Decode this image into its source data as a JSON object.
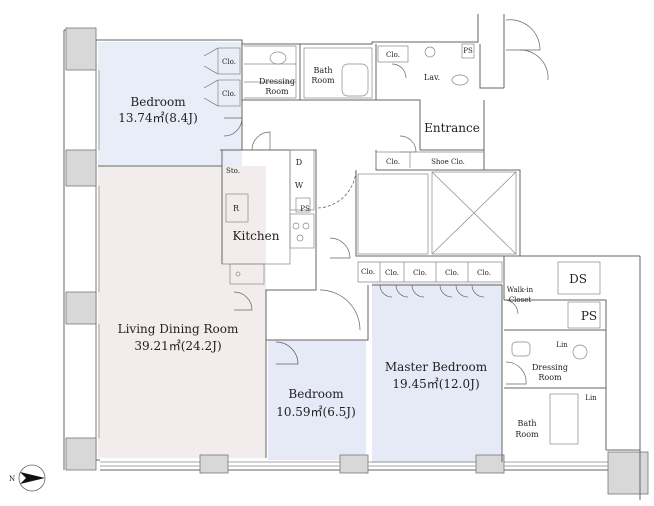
{
  "rooms": {
    "bedroom1_name": "Bedroom",
    "bedroom1_area": "13.74㎡(8.4J)",
    "living_name": "Living Dining Room",
    "living_area": "39.21㎡(24.2J)",
    "bedroom2_name": "Bedroom",
    "bedroom2_area": "10.59㎡(6.5J)",
    "master_name": "Master Bedroom",
    "master_area": "19.45㎡(12.0J)",
    "kitchen": "Kitchen",
    "entrance": "Entrance",
    "dressing1_line1": "Dressing",
    "dressing1_line2": "Room",
    "bath1_line1": "Bath",
    "bath1_line2": "Room",
    "lav": "Lav.",
    "dressing2_line1": "Dressing",
    "dressing2_line2": "Room",
    "bath2_line1": "Bath",
    "bath2_line2": "Room",
    "walkin_line1": "Walk-in",
    "walkin_line2": "Closet",
    "ds": "DS",
    "ps_large": "PS",
    "ps_small": "PS",
    "ps_top": "PS"
  },
  "labels": {
    "clo": "Clo.",
    "sto": "Sto.",
    "shoe_clo": "Shoe Clo.",
    "d": "D",
    "w": "W",
    "r": "R",
    "lin": "Lin"
  },
  "compass": {
    "north": "N"
  },
  "colors": {
    "bedroom_fill": "#e9edf7",
    "living_fill": "#f3ecec",
    "master_fill": "#e6e9f6",
    "bedroom2_fill": "#e6e9f6"
  }
}
